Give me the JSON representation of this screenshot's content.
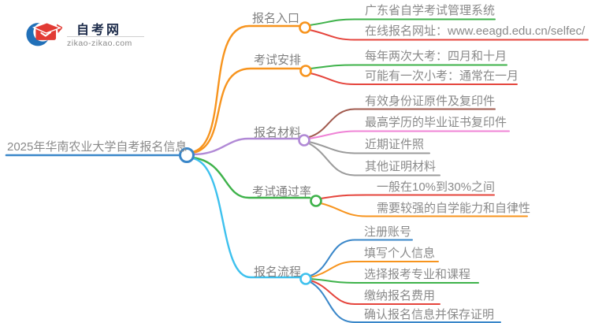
{
  "logo": {
    "title": "自考网",
    "domain": "zikao-zikao.com",
    "icon": "graduation-cap-crescent-icon"
  },
  "colors": {
    "blue": "#3a87c9",
    "orange": "#f7941e",
    "green": "#3eb24a",
    "red": "#e5443c",
    "purple": "#b189d6",
    "cyan": "#3ec1ee",
    "pink": "#ef83d6",
    "brown": "#a15a4e",
    "gray": "#9b9b9b",
    "text_gray": "#858585",
    "logo_navy": "#1c2b4a",
    "logo_blue": "#2170b8",
    "logo_red": "#e23b34"
  },
  "map": {
    "root_label": "2025年华南农业大学自考报名信息",
    "branches": [
      {
        "label": "报名入口",
        "color": "orange",
        "children": [
          {
            "text": "广东省自学考试管理系统",
            "color": "green"
          },
          {
            "text": "在线报名网址：www.eeagd.edu.cn/selfec/",
            "color": "red"
          }
        ]
      },
      {
        "label": "考试安排",
        "color": "orange",
        "children": [
          {
            "text": "每年两次大考：四月和十月",
            "color": "green"
          },
          {
            "text": "可能有一次小考：通常在一月",
            "color": "red"
          }
        ]
      },
      {
        "label": "报名材料",
        "color": "purple",
        "children": [
          {
            "text": "有效身份证原件及复印件",
            "color": "brown"
          },
          {
            "text": "最高学历的毕业证书复印件",
            "color": "pink"
          },
          {
            "text": "近期证件照",
            "color": "gray"
          },
          {
            "text": "其他证明材料",
            "color": "gray"
          }
        ]
      },
      {
        "label": "考试通过率",
        "color": "green",
        "children": [
          {
            "text": "一般在10%到30%之间",
            "color": "red"
          },
          {
            "text": "需要较强的自学能力和自律性",
            "color": "orange"
          }
        ]
      },
      {
        "label": "报名流程",
        "color": "cyan",
        "children": [
          {
            "text": "注册账号",
            "color": "blue"
          },
          {
            "text": "填写个人信息",
            "color": "orange"
          },
          {
            "text": "选择报考专业和课程",
            "color": "green"
          },
          {
            "text": "缴纳报名费用",
            "color": "red"
          },
          {
            "text": "确认报名信息并保存证明",
            "color": "blue"
          }
        ]
      }
    ]
  }
}
